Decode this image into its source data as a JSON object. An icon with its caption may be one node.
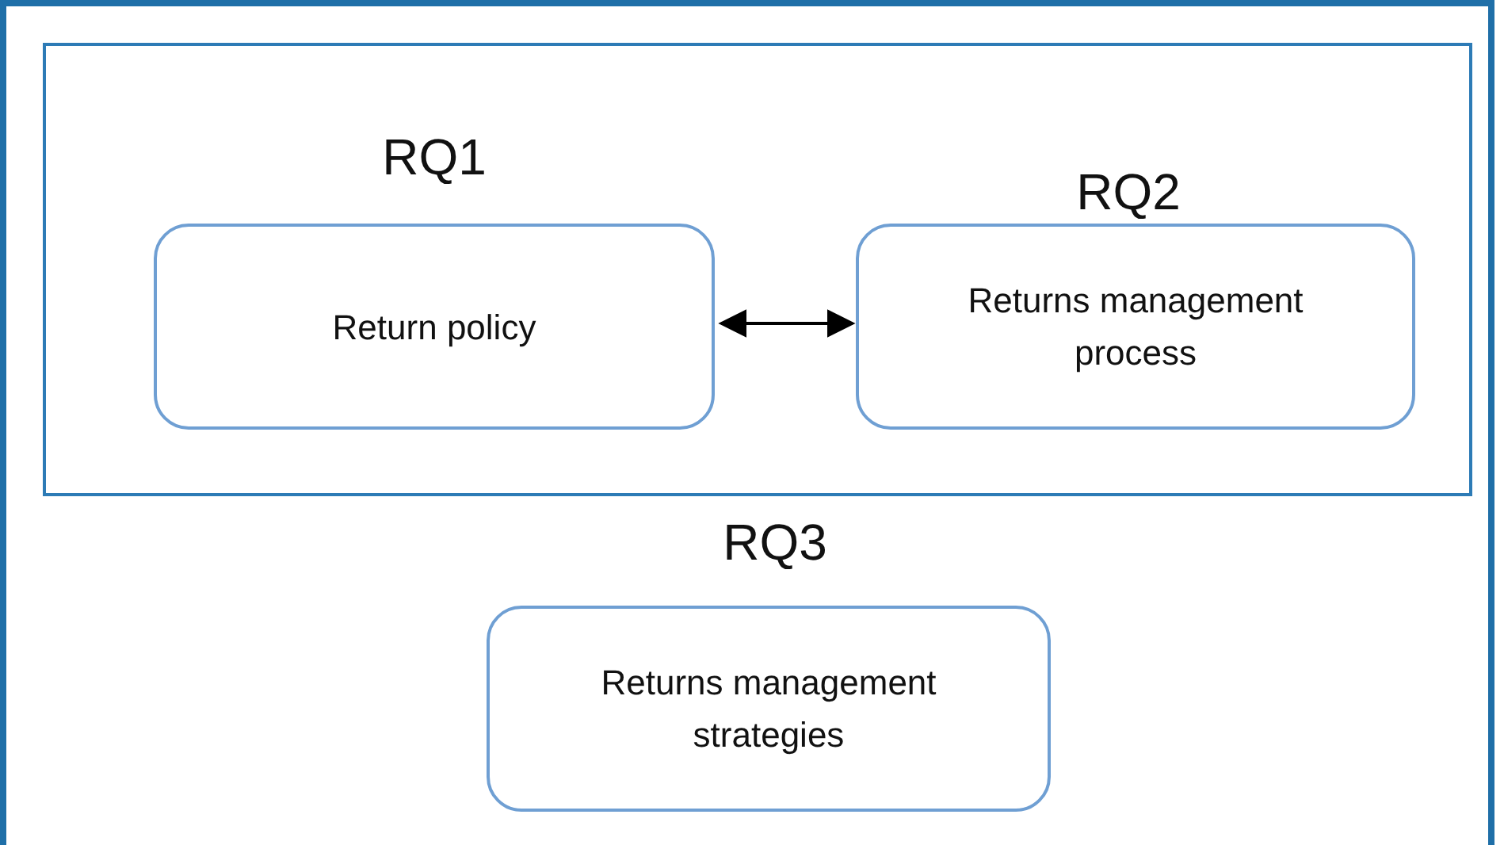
{
  "diagram": {
    "nodes": [
      {
        "text": [],
        "shape": "box"
      },
      {
        "text": [
          "RQ1",
          "Return policy"
        ],
        "in": 0
      },
      {
        "text": [
          "RQ2",
          "Returns management process"
        ],
        "in": 0
      },
      {
        "text": [
          "RQ3",
          "Returns management strategies"
        ]
      }
    ],
    "edges": [
      {
        "from": 1,
        "to": 2,
        "arrow": "both"
      }
    ]
  }
}
